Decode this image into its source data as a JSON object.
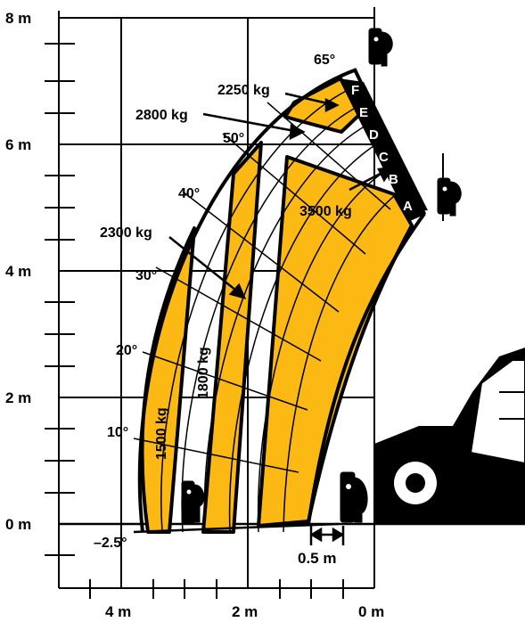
{
  "colors": {
    "load_fill": "#FDB913",
    "line": "#000000",
    "background": "#FFFFFF"
  },
  "y_axis": {
    "labels": [
      "8 m",
      "6 m",
      "4 m",
      "2 m",
      "0 m"
    ]
  },
  "x_axis": {
    "labels": [
      "4 m",
      "2 m",
      "0 m"
    ],
    "spacing_label": "0.5 m"
  },
  "angles": [
    "65°",
    "50°",
    "40°",
    "30°",
    "20°",
    "10°",
    "–2.5°"
  ],
  "loads": [
    "2250 kg",
    "2800 kg",
    "3500 kg",
    "2300 kg",
    "1800 kg",
    "1500 kg"
  ],
  "extensions": [
    "A",
    "B",
    "C",
    "D",
    "E",
    "F"
  ],
  "icons": [
    "fork-carriage-icon",
    "telehandler-icon"
  ]
}
